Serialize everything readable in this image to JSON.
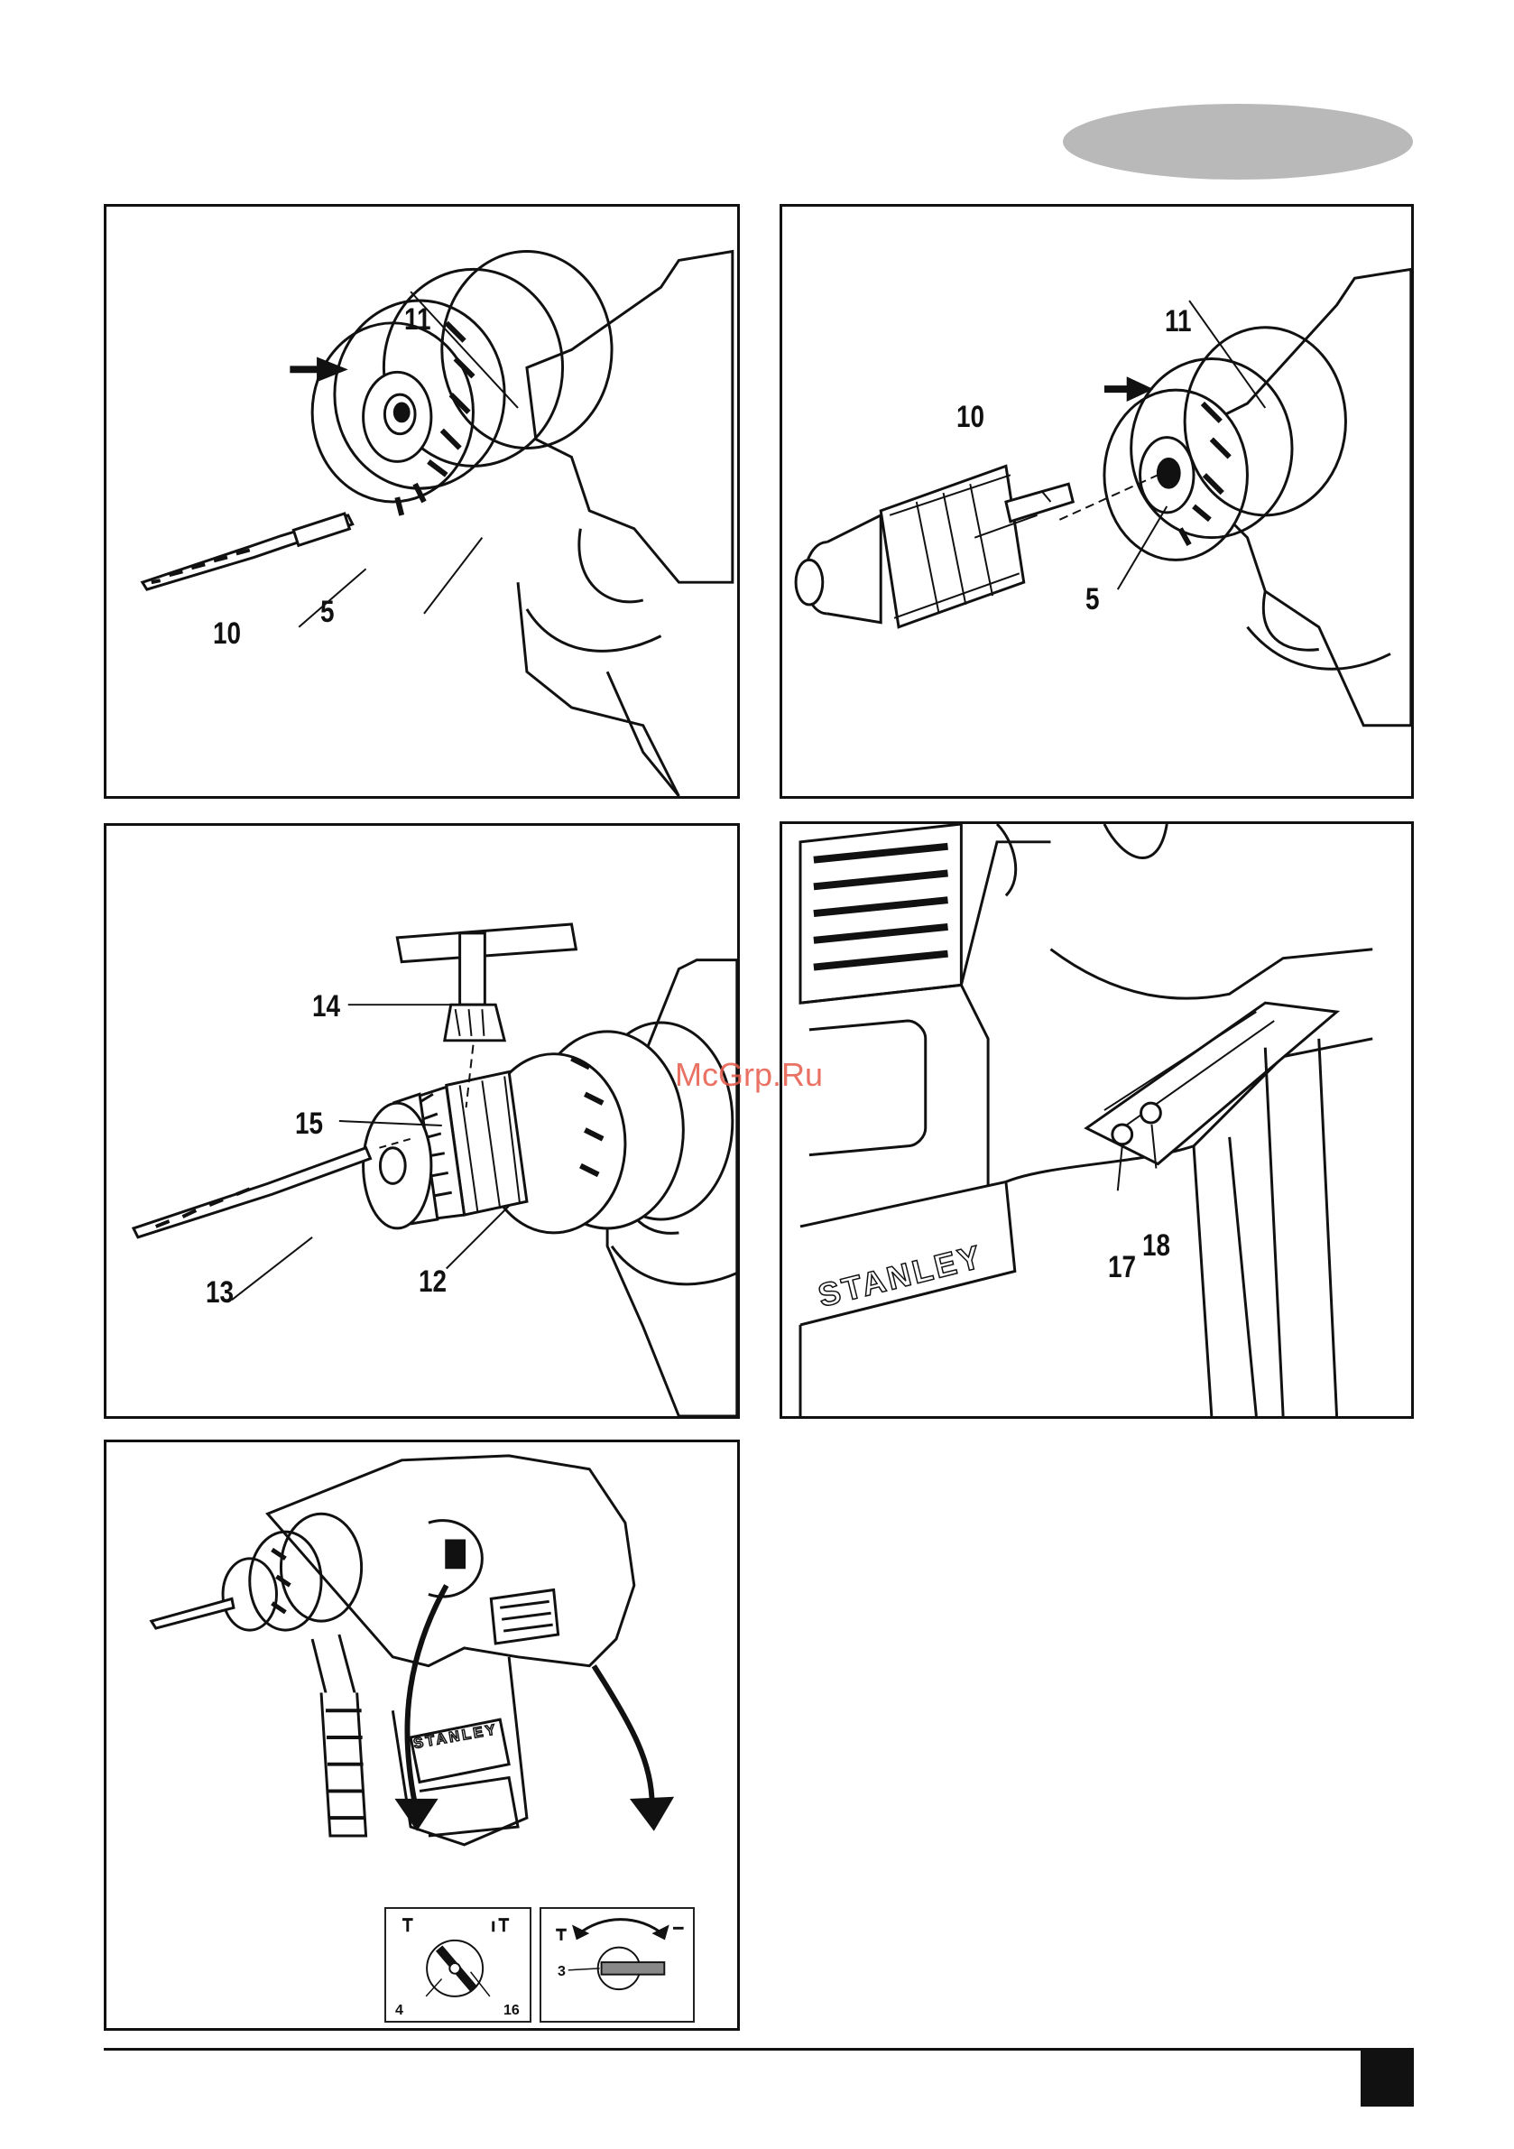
{
  "header": {
    "language_tab": ""
  },
  "panels": [
    {
      "id": "A",
      "callouts": [
        "11",
        "10",
        "5"
      ]
    },
    {
      "id": "B",
      "callouts": [
        "11",
        "10",
        "5"
      ]
    },
    {
      "id": "C",
      "callouts": [
        "14",
        "15",
        "13",
        "12"
      ]
    },
    {
      "id": "D",
      "callouts": [
        "17",
        "18"
      ],
      "brand": "STANLEY"
    },
    {
      "id": "E",
      "callouts": [
        "4",
        "16",
        "3"
      ],
      "brand": "STANLEY"
    }
  ],
  "watermark": "McGrp.Ru",
  "footer": {
    "page_number": ""
  },
  "colors": {
    "tab_gray": "#b9b9b9",
    "ink": "#111111",
    "watermark_red": "#e65a4a"
  }
}
